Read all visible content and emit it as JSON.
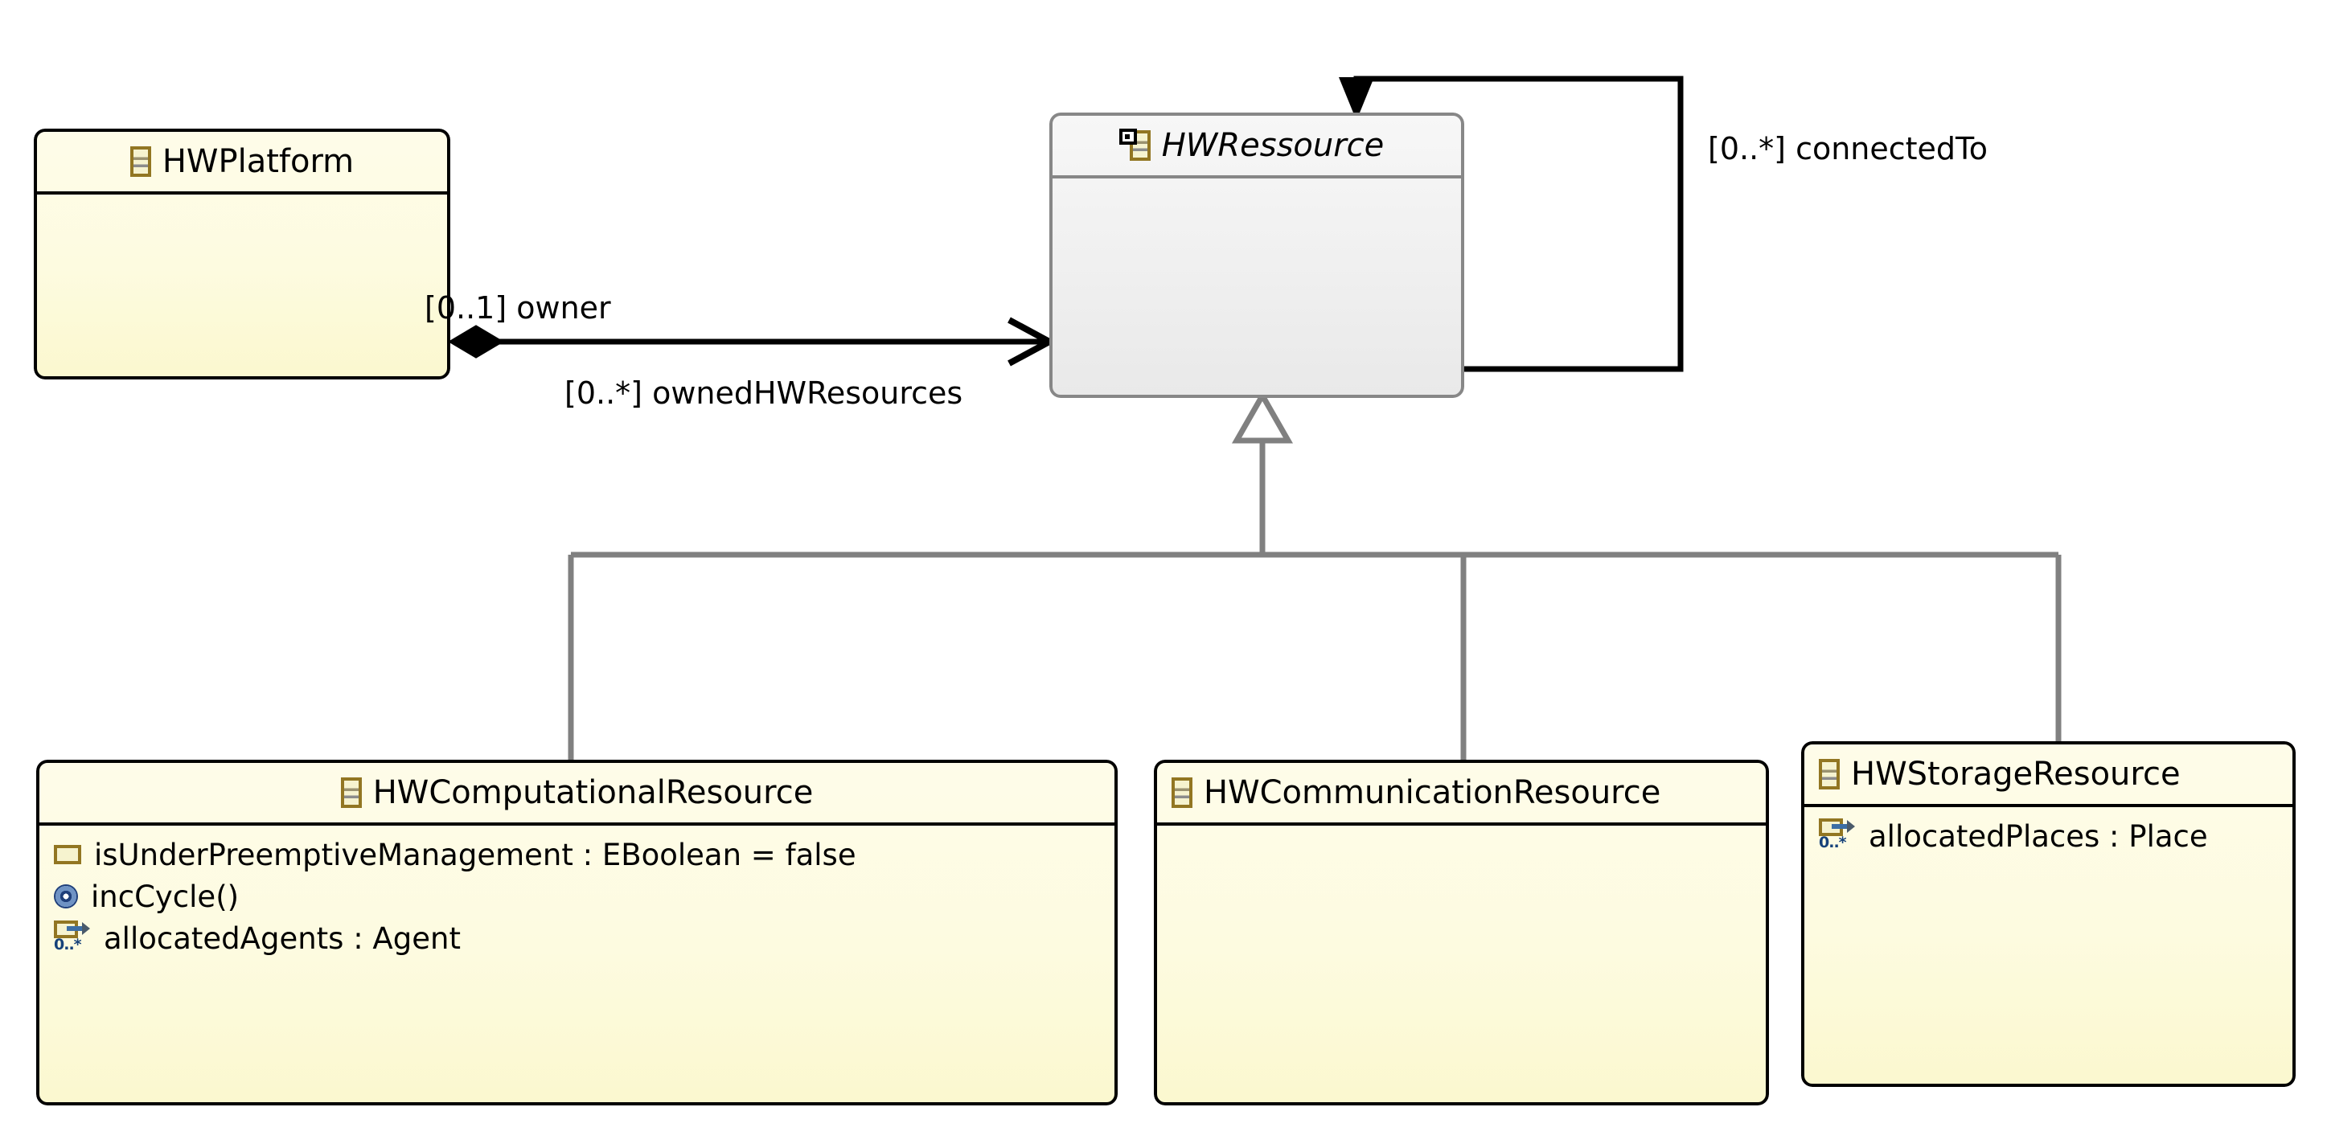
{
  "diagram": {
    "kind": "uml-class-diagram",
    "background": "#ffffff",
    "colors": {
      "class_fill": "#fdfbe0",
      "class_border": "#000000",
      "abstract_fill": "#f1f1f1",
      "abstract_border": "#878787",
      "icon_gold": "#927622",
      "icon_blue": "#16427a",
      "generalization_line": "#808080",
      "association_line": "#000000"
    }
  },
  "classes": {
    "hw_platform": {
      "name": "HWPlatform",
      "abstract": false,
      "icon": "eclass-icon",
      "features": []
    },
    "hw_ressource": {
      "name": "HWRessource",
      "abstract": true,
      "icon": "eclass-abstract-icon",
      "features": []
    },
    "hw_computational_resource": {
      "name": "HWComputationalResource",
      "abstract": false,
      "icon": "eclass-icon",
      "features": [
        {
          "label": "isUnderPreemptiveManagement : EBoolean = false",
          "icon": "attribute-icon",
          "kind": "attribute"
        },
        {
          "label": "incCycle()",
          "icon": "operation-icon",
          "kind": "operation"
        },
        {
          "label": "allocatedAgents : Agent",
          "icon": "reference-icon",
          "kind": "reference",
          "multiplicity": "0..*"
        }
      ]
    },
    "hw_communication_resource": {
      "name": "HWCommunicationResource",
      "abstract": false,
      "icon": "eclass-icon",
      "features": []
    },
    "hw_storage_resource": {
      "name": "HWStorageResource",
      "abstract": false,
      "icon": "eclass-icon",
      "features": [
        {
          "label": "allocatedPlaces : Place",
          "icon": "reference-icon",
          "kind": "reference",
          "multiplicity": "0..*"
        }
      ]
    }
  },
  "edges": {
    "owner": {
      "type": "aggregation",
      "source": "hw_platform",
      "target": "hw_ressource",
      "source_label": "[0..1] owner",
      "target_label": "[0..*] ownedHWResources"
    },
    "connected_to": {
      "type": "association-self-loop",
      "source": "hw_ressource",
      "target": "hw_ressource",
      "label": "[0..*] connectedTo"
    },
    "generalizations": [
      {
        "type": "generalization",
        "source": "hw_computational_resource",
        "target": "hw_ressource"
      },
      {
        "type": "generalization",
        "source": "hw_communication_resource",
        "target": "hw_ressource"
      },
      {
        "type": "generalization",
        "source": "hw_storage_resource",
        "target": "hw_ressource"
      }
    ]
  }
}
